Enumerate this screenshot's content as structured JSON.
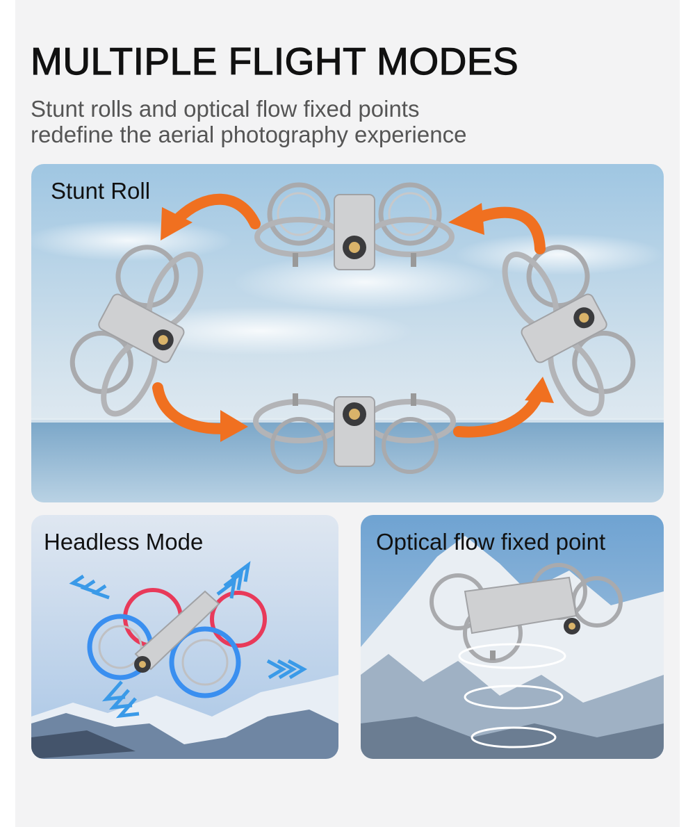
{
  "header": {
    "title": "MULTIPLE FLIGHT MODES",
    "subtitle_line1": "Stunt rolls and optical flow fixed points",
    "subtitle_line2": "redefine the aerial photography experience"
  },
  "panels": {
    "stunt_roll": {
      "label": "Stunt Roll"
    },
    "headless_mode": {
      "label": "Headless Mode"
    },
    "optical_flow": {
      "label": "Optical flow fixed point"
    }
  },
  "colors": {
    "arrow_orange": "#f07020",
    "direction_arrow_blue": "#3a9ae8",
    "drone_grey": "#c9cacc",
    "led_red": "#e83a5a",
    "led_blue": "#3a8ff0",
    "sky_blue": "#a8cce4",
    "sea_blue": "#7fa9c8"
  }
}
